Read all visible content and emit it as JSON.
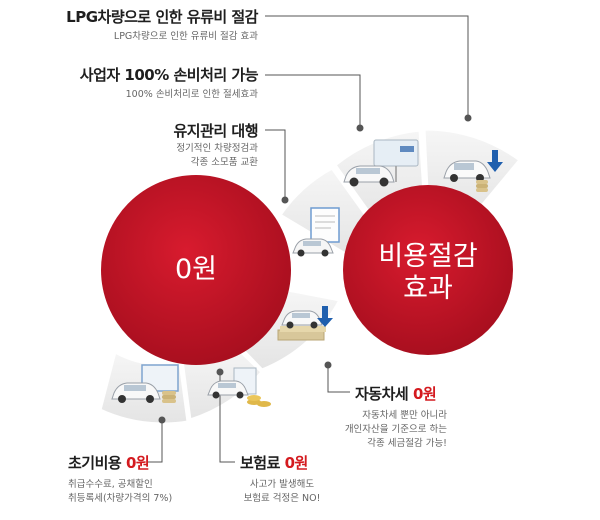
{
  "center": {
    "left_label": "0원",
    "right_label_line1": "비용절감",
    "right_label_line2": "효과"
  },
  "callouts": {
    "lpg": {
      "title": "LPG차량으로 인한 유류비 절감",
      "desc": "LPG차량으로 인한 유류비 절감 효과"
    },
    "business": {
      "title": "사업자 100% 손비처리 가능",
      "desc": "100% 손비처리로 인한 절세효과"
    },
    "maintenance": {
      "title": "유지관리 대행",
      "desc_line1": "정기적인 차량정검과",
      "desc_line2": "각종 소모품 교환"
    },
    "car_tax": {
      "title_main": "자동차세 ",
      "title_value": "0원",
      "desc_line1": "자동차세 뿐만 아니라",
      "desc_line2": "개인자산을 기준으로 하는",
      "desc_line3": "각종 세금절감 가능!"
    },
    "initial_cost": {
      "title_main": "초기비용 ",
      "title_value": "0원",
      "desc_line1": "취급수수료, 공채할인",
      "desc_line2": "취등록세(차량가격의 7%)"
    },
    "insurance": {
      "title_main": "보험료 ",
      "title_value": "0원",
      "desc_line1": "사고가 발생해도",
      "desc_line2": "보험료 걱정은 NO!"
    }
  },
  "colors": {
    "circle_red": "#c8102e",
    "accent_red": "#d41a1f",
    "arc_gray": "#ececec",
    "connector": "#555555"
  },
  "icons": [
    "car-on-road-icon",
    "car-coins-down-icon",
    "car-document-icon",
    "car-money-down-icon",
    "car-monitor-coins-icon",
    "car-coins-chart-icon"
  ]
}
